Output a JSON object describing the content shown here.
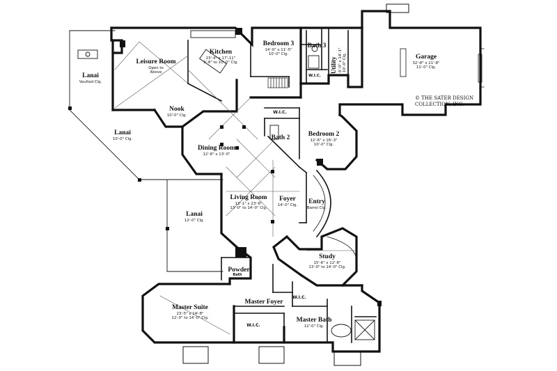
{
  "plan": {
    "credit": [
      "© THE SATER DESIGN",
      "COLLECTION, INC."
    ],
    "rooms": {
      "lanai_left": {
        "name": "Lanai",
        "dims": [
          "Vaulted Clg."
        ]
      },
      "leisure": {
        "name": "Leisure Room",
        "dims": [
          "Open to",
          "Above"
        ]
      },
      "kitchen": {
        "name": "Kitchen",
        "dims": [
          "15'-4\" x 17'-11\"",
          "9'-8\" to 10'-0\" Clg."
        ]
      },
      "bedroom3": {
        "name": "Bedroom 3",
        "dims": [
          "14'-0\" x 11'-5\"",
          "10'-0\" Clg."
        ]
      },
      "bath3": {
        "name": "Bath 3",
        "dims": []
      },
      "utility": {
        "name": "Utility",
        "dims": [
          "6'-0\" x 14'-1\"",
          "10'-0\" Clg."
        ]
      },
      "garage": {
        "name": "Garage",
        "dims": [
          "32'-8\" x 21'-8\"",
          "11'-0\" Clg."
        ]
      },
      "nook": {
        "name": "Nook",
        "dims": [
          "10'-0\" Clg."
        ]
      },
      "lanai_mid": {
        "name": "Lanai",
        "dims": [
          "10'-0\" Clg."
        ]
      },
      "dining": {
        "name": "Dining Room",
        "dims": [
          "12'-8\" x 13'-0\""
        ]
      },
      "bath2": {
        "name": "Bath 2",
        "dims": []
      },
      "bedroom2": {
        "name": "Bedroom 2",
        "dims": [
          "12'-6\" x 16'-3\"",
          "10'-0\" Clg."
        ]
      },
      "living": {
        "name": "Living Room",
        "dims": [
          "13'-1\" x 23'-6\"",
          "13'-0\" to 14'-0\" Clg."
        ]
      },
      "foyer": {
        "name": "Foyer",
        "dims": [
          "14'-0\" Clg."
        ]
      },
      "entry": {
        "name": "Entry",
        "dims": [
          "Barrel Clg."
        ]
      },
      "lanai_low": {
        "name": "Lanai",
        "dims": [
          "12'-0\" Clg."
        ]
      },
      "study": {
        "name": "Study",
        "dims": [
          "15'-6\" x 12'-6\"",
          "13'-0\" to 14'-0\" Clg."
        ]
      },
      "powder": {
        "name": "Powder",
        "dims": []
      },
      "master_suite": {
        "name": "Master Suite",
        "dims": [
          "23'-5\" x 14'-8\"",
          "12'-0\" to 14'-0\" Clg."
        ]
      },
      "master_foyer": {
        "name": "Master Foyer",
        "dims": []
      },
      "master_bath": {
        "name": "Master Bath",
        "dims": [
          "12'-0\" Clg."
        ]
      }
    },
    "small_labels": {
      "wic_bath3": "W.I.C.",
      "wic_bed2": "W.I.C.",
      "wic_master1": "W.I.C.",
      "wic_master2": "W.I.C.",
      "bath_powder": "Bath"
    }
  }
}
